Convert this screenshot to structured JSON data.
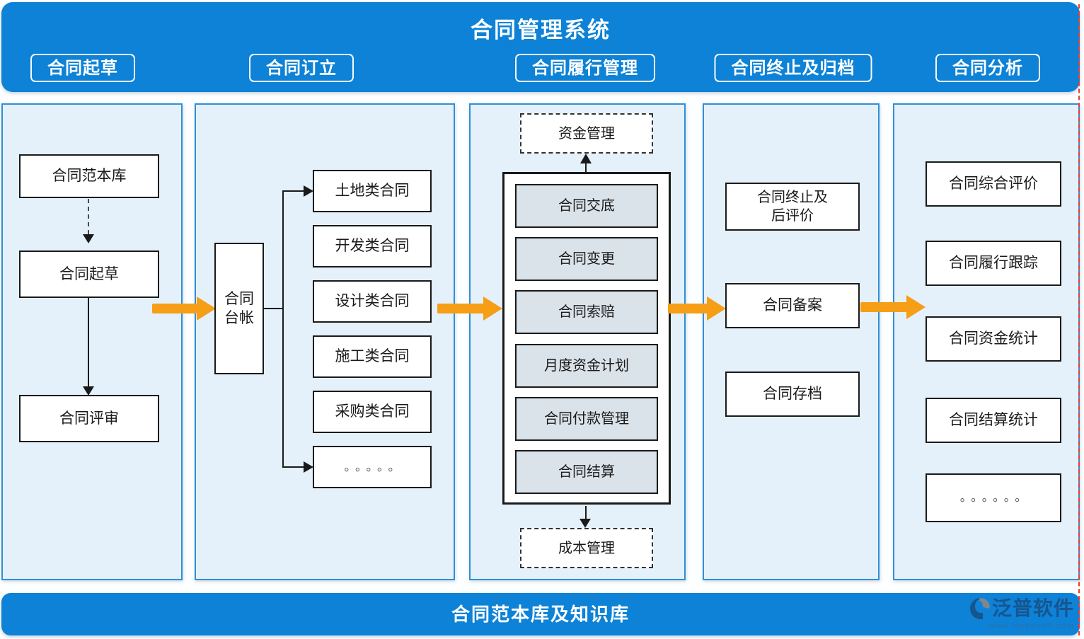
{
  "header": {
    "title": "合同管理系统",
    "tabs": [
      {
        "label": "合同起草"
      },
      {
        "label": "合同订立"
      },
      {
        "label": "合同履行管理"
      },
      {
        "label": "合同终止及归档"
      },
      {
        "label": "合同分析"
      }
    ]
  },
  "draft_column": {
    "template_lib": "合同范本库",
    "draft": "合同起草",
    "review": "合同评审"
  },
  "signing_column": {
    "ledger_line1": "合同",
    "ledger_line2": "台帐",
    "contract_types": [
      "土地类合同",
      "开发类合同",
      "设计类合同",
      "施工类合同",
      "采购类合同",
      "。。。。。"
    ]
  },
  "execution_column": {
    "funds_mgmt": "资金管理",
    "steps": [
      "合同交底",
      "合同变更",
      "合同索赔",
      "月度资金计划",
      "合同付款管理",
      "合同结算"
    ],
    "cost_mgmt": "成本管理"
  },
  "termination_column": {
    "terminate_line1": "合同终止及",
    "terminate_line2": "后评价",
    "record": "合同备案",
    "archive": "合同存档"
  },
  "analysis_column": {
    "items": [
      "合同综合评价",
      "合同履行跟踪",
      "合同资金统计",
      "合同结算统计",
      "。。。。。。"
    ]
  },
  "footer": {
    "title": "合同范本库及知识库"
  },
  "watermark": {
    "brand": "泛普软件",
    "site": "www.fanpusoft.com"
  },
  "colors": {
    "banner_blue": "#0d82d6",
    "panel_bg": "#e4f1fb",
    "panel_border": "#2f90d5",
    "box_border": "#1a1a1a",
    "step_fill": "#dbe3ea",
    "arrow_orange": "#f59e16",
    "watermark_blue": "#17558f",
    "marquee_red": "#ea3b2d"
  }
}
